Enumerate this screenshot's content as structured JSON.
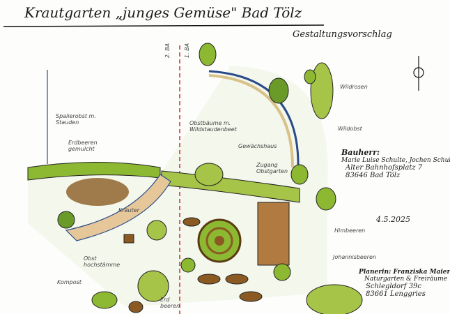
{
  "title": "Krautgarten „junges Gemüse\" Bad Tölz",
  "subtitle": "Gestaltungsvorschlag",
  "phases": {
    "phase2": "2. BA",
    "phase1": "1. BA"
  },
  "labels": {
    "wildrosen": "Wildrosen",
    "wildobst": "Wildobst",
    "spalierobst": "Spalierobst m. Stauden",
    "erdbeeren": "Erdbeeren gemulcht",
    "obstbaeume": "Obstbäume m. Wildstaudenbeet",
    "gewaechshaus": "Gewächshaus",
    "zugang": "Zugang Obstgarten",
    "himbeeren": "Himbeeren",
    "johannisbeeren": "Johannisbeeren",
    "kraeuter": "Kräuter",
    "obsthochstaemme": "Obst hochstämme",
    "kompost": "Kompost",
    "beeren": "Erd beeren"
  },
  "client": {
    "heading": "Bauherr:",
    "names": "Marie Luise Schulte, Jochen Schulte",
    "street": "Alter Bahnhofsplatz 7",
    "city": "83646 Bad Tölz"
  },
  "date": "4.5.2025",
  "planner": {
    "line1": "Planerin: Franziska Maier",
    "line2": "Naturgarten & Freiräume",
    "line3": "Schlegldorf 39c",
    "line4": "83661 Lenggries"
  },
  "colors": {
    "green": "#8cb832",
    "dark_green": "#3f6a1c",
    "brown": "#8a5a22",
    "path": "#e6c79a",
    "red_line": "#d8282a"
  }
}
